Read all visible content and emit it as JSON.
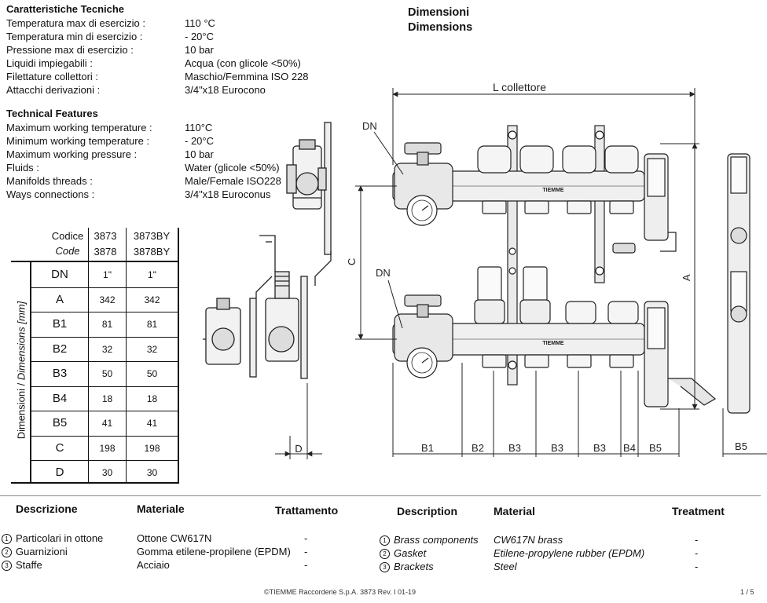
{
  "it_specs": {
    "title": "Caratteristiche Tecniche",
    "rows": [
      {
        "label": "Temperatura max di esercizio :",
        "value": "110 °C"
      },
      {
        "label": "Temperatura min di esercizio :",
        "value": "- 20°C"
      },
      {
        "label": "Pressione max di esercizio :",
        "value": "10 bar"
      },
      {
        "label": "Liquidi impiegabili :",
        "value": "Acqua (con glicole <50%)"
      },
      {
        "label": "Filettature collettori :",
        "value": "Maschio/Femmina ISO 228"
      },
      {
        "label": "Attacchi derivazioni :",
        "value": "3/4\"x18 Eurocono"
      }
    ]
  },
  "en_specs": {
    "title": "Technical Features",
    "rows": [
      {
        "label": "Maximum working temperature :",
        "value": "110°C"
      },
      {
        "label": "Minimum working temperature :",
        "value": "- 20°C"
      },
      {
        "label": "Maximum working pressure :",
        "value": "10 bar"
      },
      {
        "label": "Fluids :",
        "value": "Water (glicole <50%)"
      },
      {
        "label": "Manifolds threads :",
        "value": "Male/Female ISO228"
      },
      {
        "label": "Ways connections :",
        "value": "3/4\"x18 Euroconus"
      }
    ]
  },
  "dimensions_title": {
    "it": "Dimensioni",
    "en": "Dimensions"
  },
  "drawing_labels": {
    "l_collettore": "L collettore",
    "dn": "DN",
    "a": "A",
    "c": "C",
    "d": "D",
    "b1": "B1",
    "b2": "B2",
    "b3": "B3",
    "b4": "B4",
    "b5": "B5",
    "brand": "TIEMME"
  },
  "dim_table": {
    "code_label_it": "Codice",
    "code_label_en": "Code",
    "col1_top": "3873",
    "col1_bottom": "3878",
    "col2_top": "3873BY",
    "col2_bottom": "3878BY",
    "side_label_it": "Dimensioni",
    "side_label_en": "Dimensions [mm]",
    "rows": [
      {
        "name": "DN",
        "v1": "1\"",
        "v2": "1\""
      },
      {
        "name": "A",
        "v1": "342",
        "v2": "342"
      },
      {
        "name": "B1",
        "v1": "81",
        "v2": "81"
      },
      {
        "name": "B2",
        "v1": "32",
        "v2": "32"
      },
      {
        "name": "B3",
        "v1": "50",
        "v2": "50"
      },
      {
        "name": "B4",
        "v1": "18",
        "v2": "18"
      },
      {
        "name": "B5",
        "v1": "41",
        "v2": "41"
      },
      {
        "name": "C",
        "v1": "198",
        "v2": "198"
      },
      {
        "name": "D",
        "v1": "30",
        "v2": "30"
      }
    ]
  },
  "materials_it": {
    "headers": {
      "desc": "Descrizione",
      "mat": "Materiale",
      "treat": "Trattamento"
    },
    "rows": [
      {
        "num": "1",
        "desc": "Particolari in ottone",
        "mat": "Ottone CW617N",
        "treat": "-"
      },
      {
        "num": "2",
        "desc": "Guarnizioni",
        "mat": "Gomma etilene-propilene (EPDM)",
        "treat": "-"
      },
      {
        "num": "3",
        "desc": "Staffe",
        "mat": "Acciaio",
        "treat": "-"
      }
    ]
  },
  "materials_en": {
    "headers": {
      "desc": "Description",
      "mat": "Material",
      "treat": "Treatment"
    },
    "rows": [
      {
        "num": "1",
        "desc": "Brass components",
        "mat": "CW617N brass",
        "treat": "-"
      },
      {
        "num": "2",
        "desc": "Gasket",
        "mat": "Etilene-propylene rubber (EPDM)",
        "treat": "-"
      },
      {
        "num": "3",
        "desc": "Brackets",
        "mat": "Steel",
        "treat": "-"
      }
    ]
  },
  "footer": {
    "copyright": "©TIEMME Raccorderie S.p.A. 3873 Rev. I  01-19",
    "page": "1 / 5"
  }
}
